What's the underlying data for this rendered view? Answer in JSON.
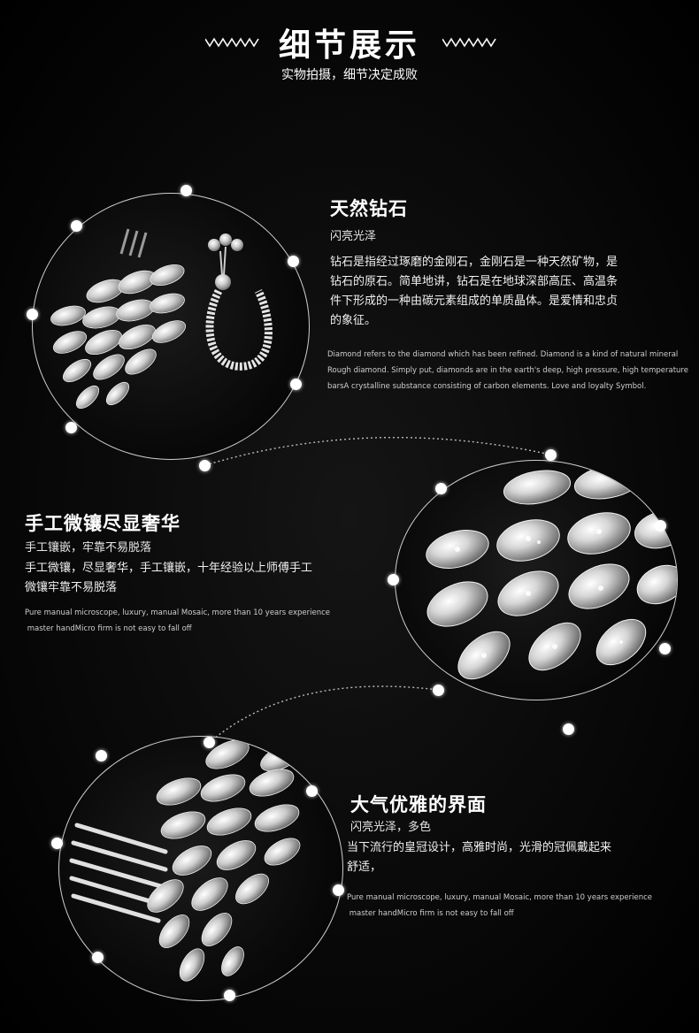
{
  "header": {
    "title": "细节展示",
    "subtitle": "实物拍摄，细节决定成败"
  },
  "sections": [
    {
      "heading": "天然钻石",
      "subheading": "闪亮光泽",
      "cn_lines": [
        "钻石是指经过琢磨的金刚石，金刚石是一种天然矿物，是",
        "钻石的原石。简单地讲，钻石是在地球深部高压、高温条",
        "件下形成的一种由碳元素组成的单质晶体。是爱情和忠贞",
        "的象征。"
      ],
      "en_lines": [
        "Diamond refers to the diamond which has been refined. Diamond is a kind of natural mineral",
        "Rough diamond. Simply put, diamonds are in the earth's deep, high pressure, high temperature",
        "barsA crystalline substance consisting of carbon elements. Love and loyalty Symbol."
      ]
    },
    {
      "heading": "手工微镶尽显奢华",
      "subheading": "手工镶嵌，牢靠不易脱落",
      "cn_lines": [
        "手工微镶，尽显奢华，手工镶嵌，十年经验以上师傅手工",
        "微镶牢靠不易脱落"
      ],
      "en_lines": [
        "Pure manual microscope, luxury, manual Mosaic, more than 10 years experience",
        " master handMicro firm is not easy to fall off"
      ]
    },
    {
      "heading": "大气优雅的界面",
      "subheading": "闪亮光泽，多色",
      "cn_lines": [
        "当下流行的皇冠设计，高雅时尚，光滑的冠佩戴起来",
        "舒适，"
      ],
      "en_lines": [
        "Pure manual microscope, luxury, manual Mosaic, more than 10 years experience",
        " master handMicro firm is not easy to fall off"
      ]
    }
  ],
  "icons": {
    "product_images": [
      "peacock-hair-comb-photo",
      "rhinestone-leaves-closeup-photo",
      "comb-teeth-closeup-photo"
    ],
    "decoration": "zigzag-ornament"
  },
  "colors": {
    "background": "#000000",
    "text": "#ffffff",
    "ring": "#d0d0d0"
  }
}
